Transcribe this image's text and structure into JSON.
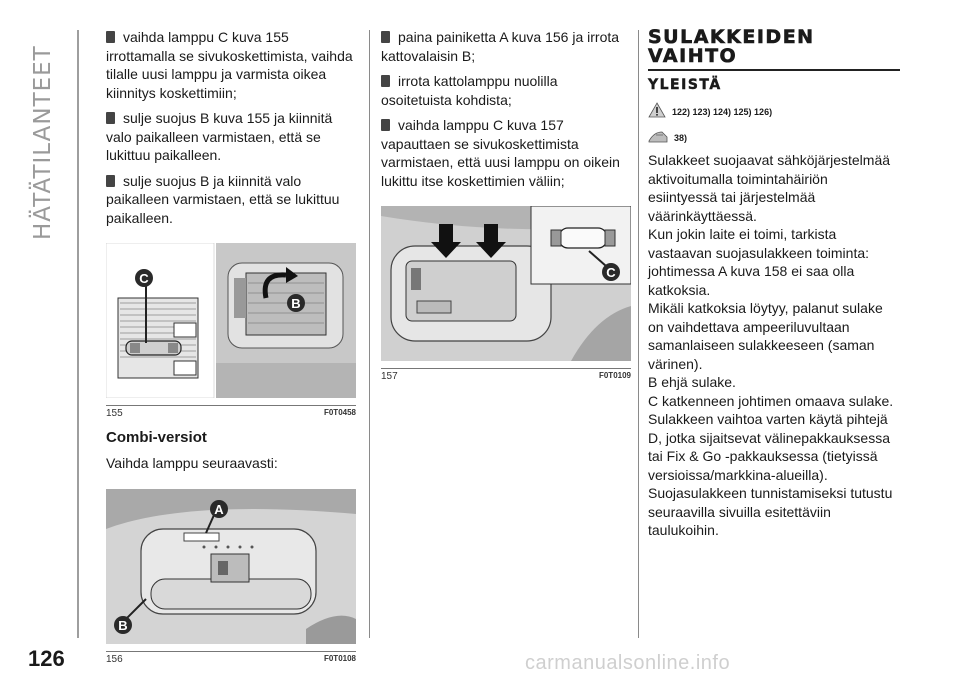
{
  "sidebar": {
    "section_title": "HÄTÄTILANTEET"
  },
  "page": {
    "number": "126",
    "watermark": "carmanualsonline.info"
  },
  "col1": {
    "bullets": [
      "vaihda lamppu C kuva 155 irrottamalla se sivukoskettimista, vaihda tilalle uusi lamppu ja varmista oikea kiinnitys koskettimiin;",
      "sulje suojus B kuva 155 ja kiinnitä valo paikalleen varmistaen, että se lukittuu paikalleen.",
      "sulje suojus B ja kiinnitä valo paikalleen varmistaen, että se lukittuu paikalleen."
    ],
    "figure155": {
      "number": "155",
      "code": "F0T0458",
      "label_c": "C",
      "label_b": "B"
    },
    "subheading": "Combi-versiot",
    "intro": "Vaihda lamppu seuraavasti:",
    "figure156": {
      "number": "156",
      "code": "F0T0108",
      "label_a": "A",
      "label_b": "B"
    }
  },
  "col2": {
    "bullets": [
      "paina painiketta A kuva 156 ja irrota kattovalaisin B;",
      "irrota kattolamppu nuolilla osoitetuista kohdista;",
      "vaihda lamppu C kuva 157 vapauttaen se sivukoskettimista varmistaen, että uusi lamppu on oikein lukittu itse koskettimien väliin;"
    ],
    "figure157": {
      "number": "157",
      "code": "F0T0109",
      "label_c": "C"
    }
  },
  "col3": {
    "title_line1": "SULAKKEIDEN",
    "title_line2": "VAIHTO",
    "section": "YLEISTÄ",
    "warning_refs": "122) 123) 124) 125) 126)",
    "note_refs": "38)",
    "body_lines": [
      "Sulakkeet suojaavat sähköjärjestelmää",
      "aktivoitumalla toimintahäiriön",
      "esiintyessä tai järjestelmää",
      "väärinkäyttäessä.",
      "Kun jokin laite ei toimi, tarkista",
      "vastaavan suojasulakkeen toiminta:",
      "johtimessa A kuva 158 ei saa olla",
      "katkoksia.",
      "Mikäli katkoksia löytyy, palanut sulake",
      "on vaihdettava ampeeriluvultaan",
      "samanlaiseen sulakkeeseen (saman",
      "värinen).",
      "B ehjä sulake.",
      "C katkenneen johtimen omaava sulake.",
      "Sulakkeen vaihtoa varten käytä pihtejä",
      "D, jotka sijaitsevat välinepakkauksessa",
      "tai Fix & Go -pakkauksessa (tietyissä",
      "versioissa/markkina-alueilla).",
      "Suojasulakkeen tunnistamiseksi tutustu",
      "seuraavilla sivuilla esitettäviin",
      "taulukoihin."
    ]
  },
  "colors": {
    "callout": "#2a2a2a",
    "image_bg": "#d2d2d2",
    "rule": "#8a8a8a"
  }
}
